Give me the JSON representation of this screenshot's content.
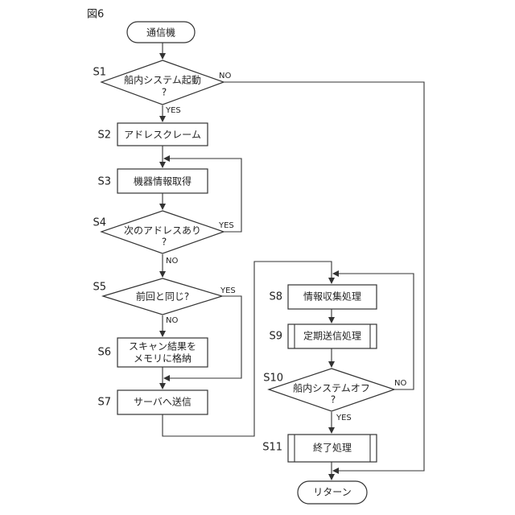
{
  "figure_label": "図6",
  "terminals": {
    "start": "通信機",
    "end": "リターン"
  },
  "steps": {
    "s1": {
      "label": "S1",
      "line1": "船内システム起動",
      "line2": "?"
    },
    "s2": {
      "label": "S2",
      "text": "アドレスクレーム"
    },
    "s3": {
      "label": "S3",
      "text": "機器情報取得"
    },
    "s4": {
      "label": "S4",
      "line1": "次のアドレスあり",
      "line2": "?"
    },
    "s5": {
      "label": "S5",
      "text": "前回と同じ?"
    },
    "s6": {
      "label": "S6",
      "line1": "スキャン結果を",
      "line2": "メモリに格納"
    },
    "s7": {
      "label": "S7",
      "text": "サーバへ送信"
    },
    "s8": {
      "label": "S8",
      "text": "情報収集処理"
    },
    "s9": {
      "label": "S9",
      "text": "定期送信処理"
    },
    "s10": {
      "label": "S10",
      "line1": "船内システムオフ",
      "line2": "?"
    },
    "s11": {
      "label": "S11",
      "text": "終了処理"
    }
  },
  "branches": {
    "s1_no": "NO",
    "s1_yes": "YES",
    "s4_yes": "YES",
    "s4_no": "NO",
    "s5_yes": "YES",
    "s5_no": "NO",
    "s10_no": "NO",
    "s10_yes": "YES"
  }
}
